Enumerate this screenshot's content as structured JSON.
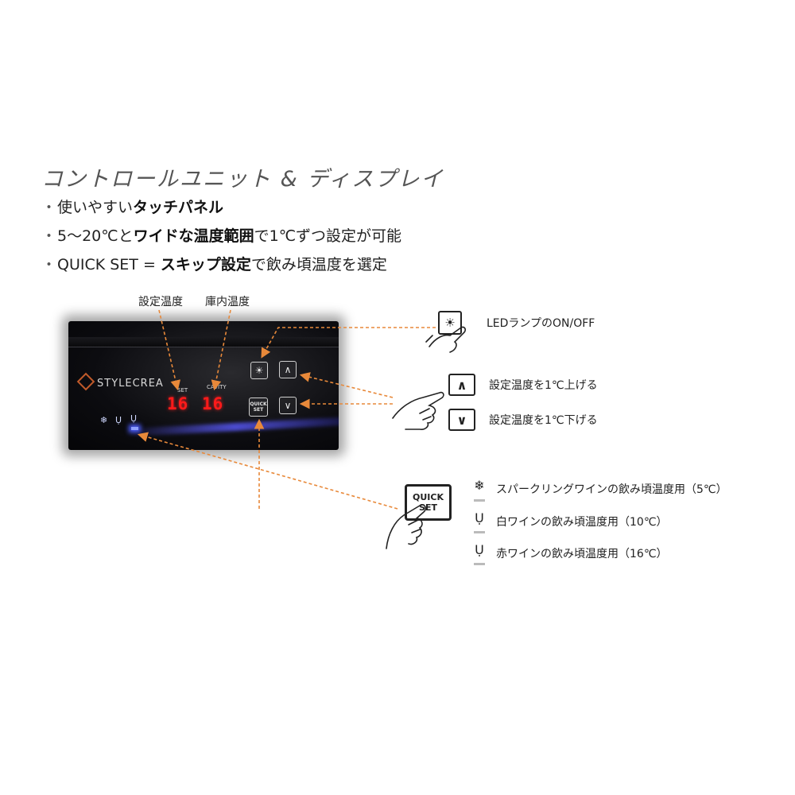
{
  "heading": "コントロールユニット & ディスプレイ",
  "bullets": [
    {
      "dot": "・",
      "parts": [
        {
          "text": "使いやすい",
          "bold": false
        },
        {
          "text": "タッチパネル",
          "bold": true
        }
      ]
    },
    {
      "dot": "・",
      "parts": [
        {
          "text": "5～20℃と",
          "bold": false
        },
        {
          "text": "ワイドな温度範囲",
          "bold": true
        },
        {
          "text": "で1℃ずつ設定が可能",
          "bold": false
        }
      ]
    },
    {
      "dot": "・",
      "parts": [
        {
          "text": "QUICK SET = ",
          "bold": false
        },
        {
          "text": "スキップ設定",
          "bold": true
        },
        {
          "text": "で飲み頃温度を選定",
          "bold": false
        }
      ]
    }
  ],
  "labels": {
    "set_temp": "設定温度",
    "cavity_temp": "庫内温度"
  },
  "panel": {
    "brand": "STYLECREA",
    "set_label": "SET",
    "cavity_label": "CAVITY",
    "set_value": "16",
    "cavity_value": "16",
    "quick_set_line1": "QUICK",
    "quick_set_line2": "SET",
    "led_button_icon": "☀",
    "up_icon": "∧",
    "down_icon": "∨",
    "status_icons": [
      "❄",
      "Ụ",
      "Ụ"
    ]
  },
  "legend": {
    "led": {
      "icon": "☀",
      "text": "LEDランプのON/OFF"
    },
    "up": {
      "icon": "∧",
      "text": "設定温度を1℃上げる"
    },
    "down": {
      "icon": "∨",
      "text": "設定温度を1℃下げる"
    },
    "quick_set": {
      "line1": "QUICK",
      "line2": "SET"
    },
    "modes": [
      {
        "icon": "❄",
        "text": "スパークリングワインの飲み頃温度用（5℃）"
      },
      {
        "icon": "Ụ",
        "text": "白ワインの飲み頃温度用（10℃）"
      },
      {
        "icon": "Ụ",
        "text": "赤ワインの飲み頃温度用（16℃）"
      }
    ]
  },
  "colors": {
    "arrow": "#e8893a",
    "segment": "#ff1a1a",
    "led_blue": "#4c5dff"
  }
}
